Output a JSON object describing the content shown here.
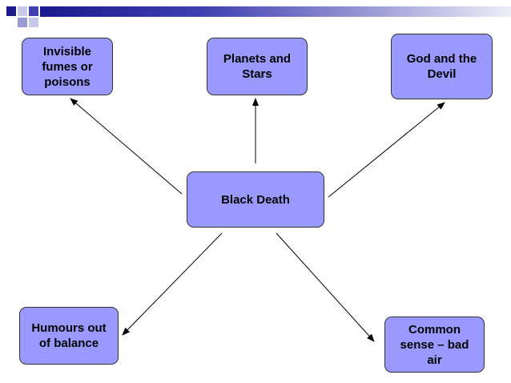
{
  "colors": {
    "node_fill": "#9999ff",
    "node_border": "#333333",
    "arrow": "#000000",
    "header_dark": "#1a1a8c",
    "header_mid": "#4040b0",
    "header_light": "#c8c8e8"
  },
  "diagram": {
    "center": {
      "label": "Black Death"
    },
    "nodes": [
      {
        "id": "invisible-fumes",
        "label": "Invisible\nfumes or\npoisons"
      },
      {
        "id": "planets-stars",
        "label": "Planets and\nStars"
      },
      {
        "id": "god-devil",
        "label": "God and the\nDevil"
      },
      {
        "id": "humours",
        "label": "Humours out\nof balance"
      },
      {
        "id": "common-sense",
        "label": "Common\nsense – bad\nair"
      }
    ]
  }
}
